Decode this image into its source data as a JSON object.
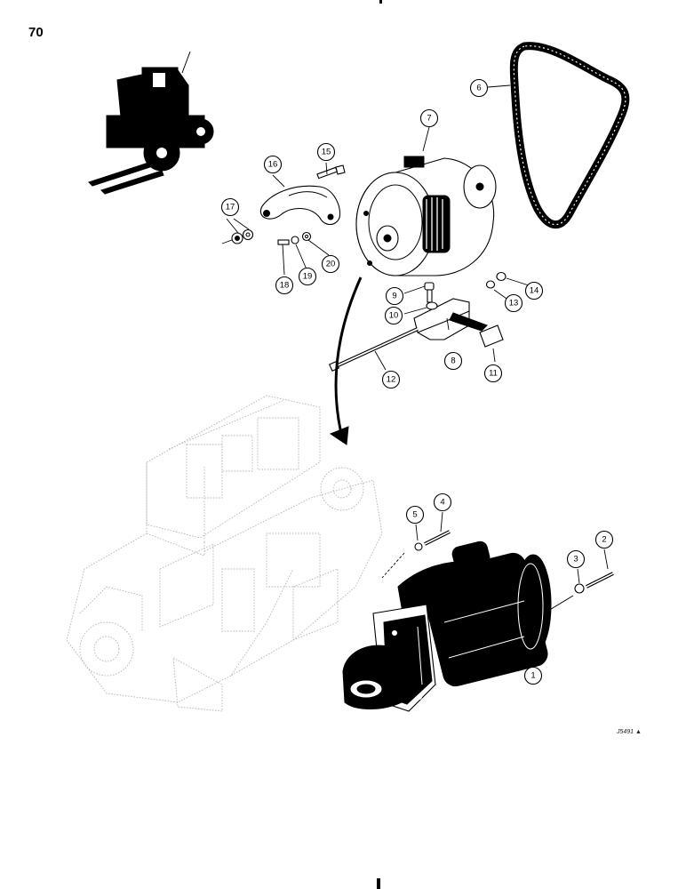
{
  "page": {
    "number": "70",
    "figure_code": "J5491 ▲"
  },
  "callouts": [
    {
      "label": "1"
    },
    {
      "label": "2"
    },
    {
      "label": "3"
    },
    {
      "label": "4"
    },
    {
      "label": "5"
    },
    {
      "label": "6"
    },
    {
      "label": "7"
    },
    {
      "label": "8"
    },
    {
      "label": "9"
    },
    {
      "label": "10"
    },
    {
      "label": "11"
    },
    {
      "label": "12"
    },
    {
      "label": "13"
    },
    {
      "label": "14"
    },
    {
      "label": "15"
    },
    {
      "label": "16"
    },
    {
      "label": "17"
    },
    {
      "label": "18"
    },
    {
      "label": "19"
    },
    {
      "label": "20"
    }
  ]
}
